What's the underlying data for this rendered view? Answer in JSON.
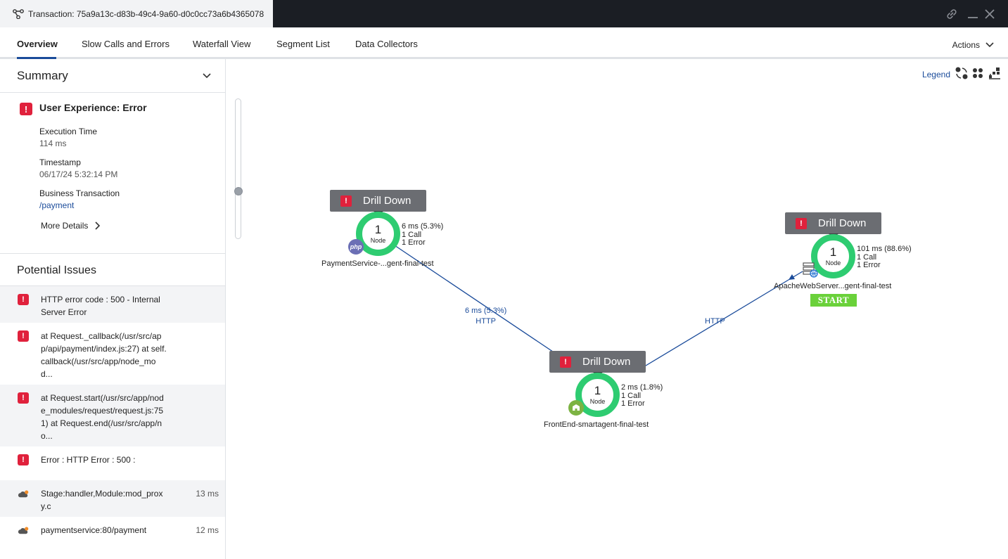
{
  "window": {
    "title": "Transaction: 75a9a13c-d83b-49c4-9a60-d0c0cc73a6b4365078"
  },
  "tabs": [
    {
      "label": "Overview"
    },
    {
      "label": "Slow Calls and Errors"
    },
    {
      "label": "Waterfall View"
    },
    {
      "label": "Segment List"
    },
    {
      "label": "Data Collectors"
    }
  ],
  "actions_label": "Actions",
  "summary": {
    "heading": "Summary",
    "user_experience": "User Experience: Error",
    "execution_time_label": "Execution Time",
    "execution_time": "114 ms",
    "timestamp_label": "Timestamp",
    "timestamp": "06/17/24 5:32:14 PM",
    "bt_label": "Business Transaction",
    "bt_value": "/payment",
    "more_details": "More Details"
  },
  "issues": {
    "heading": "Potential Issues",
    "items": [
      {
        "text": "HTTP error code : 500 - Internal Server Error",
        "time": ""
      },
      {
        "text": "at Request._callback(/usr/src/app/api/payment/index.js:27) at self.callback(/usr/src/app/node_mod...",
        "time": ""
      },
      {
        "text": "at Request.start(/usr/src/app/node_modules/request/request.js:751) at Request.end(/usr/src/app/no...",
        "time": ""
      },
      {
        "text": "Error : HTTP Error : 500 :",
        "time": ""
      },
      {
        "text": "Stage:handler,Module:mod_proxy.c",
        "time": "13 ms"
      },
      {
        "text": "paymentservice:80/payment",
        "time": "12 ms"
      }
    ]
  },
  "flowmap": {
    "legend": "Legend",
    "drill_label": "Drill Down",
    "node_unit": "Node",
    "start_label": "START",
    "nodes": [
      {
        "count": "1",
        "time": "6 ms (5.3%)",
        "calls": "1 Call",
        "errors": "1 Error",
        "name": "PaymentService-...gent-final-test",
        "badge": "php"
      },
      {
        "count": "1",
        "time": "2 ms (1.8%)",
        "calls": "1 Call",
        "errors": "1 Error",
        "name": "FrontEnd-smartagent-final-test",
        "badge": "node"
      },
      {
        "count": "1",
        "time": "101 ms (88.6%)",
        "calls": "1 Call",
        "errors": "1 Error",
        "name": "ApacheWebServer...gent-final-test",
        "badge": "web"
      }
    ],
    "edges": [
      {
        "time": "6 ms (5.3%)",
        "protocol": "HTTP"
      },
      {
        "protocol": "HTTP"
      }
    ]
  }
}
